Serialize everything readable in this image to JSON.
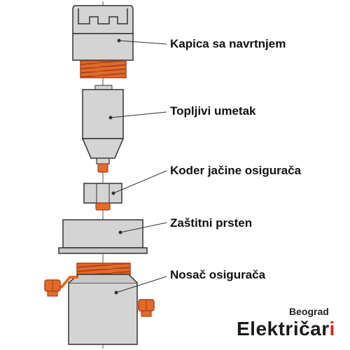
{
  "labels": [
    {
      "id": "kapica",
      "text": "Kapica sa navrtnjem"
    },
    {
      "id": "umetak",
      "text": "Topljivi umetak"
    },
    {
      "id": "koder",
      "text": "Koder jačine osigurača"
    },
    {
      "id": "prsten",
      "text": "Zaštitni prsten"
    },
    {
      "id": "nosac",
      "text": "Nosač osigurača"
    }
  ],
  "brand": {
    "city": "Beograd",
    "name_main": "Električar",
    "name_accent": "i"
  },
  "colors": {
    "metal": "#d4d4d4",
    "metal_shade": "#bdbdbd",
    "copper": "#e36a2a",
    "copper_dark": "#a8461c",
    "outline": "#333333",
    "axis": "#555555",
    "accent": "#e2211c"
  }
}
